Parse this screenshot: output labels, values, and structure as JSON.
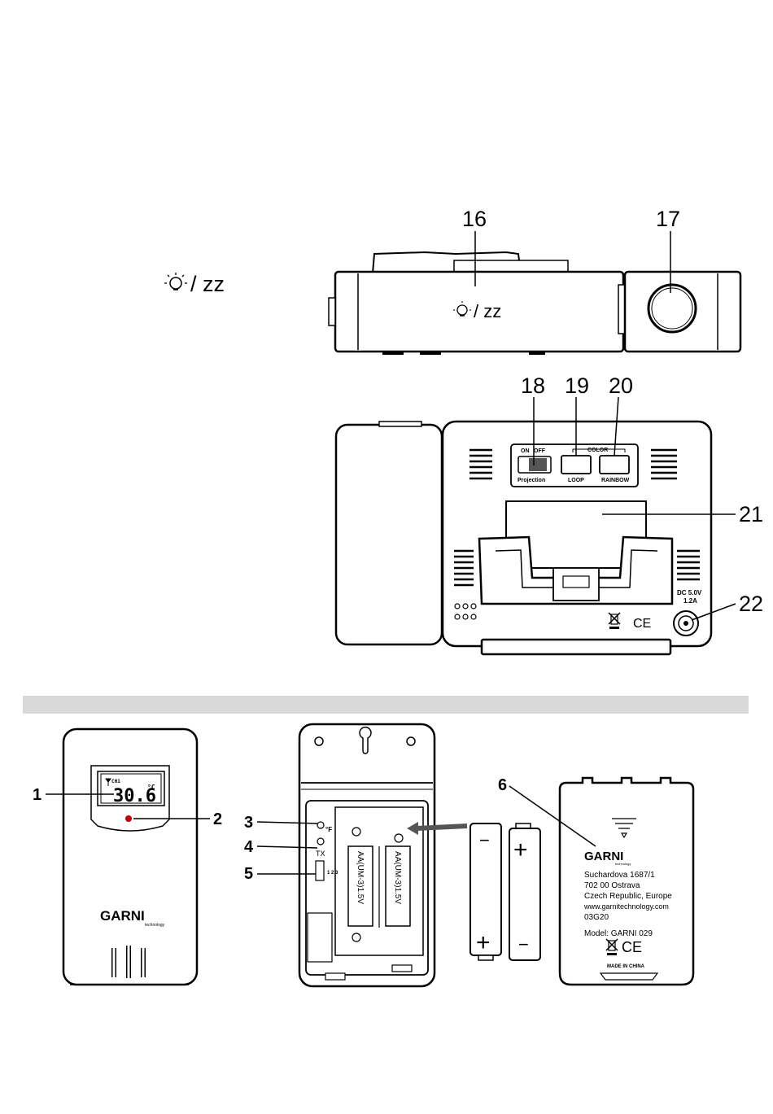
{
  "top_icon_text": "/ zz",
  "upper_section": {
    "callouts": {
      "c16": "16",
      "c17": "17",
      "c18": "18",
      "c19": "19",
      "c20": "20",
      "c21": "21",
      "c22": "22"
    },
    "side_view_label": "/ zz",
    "rear_panel": {
      "switch_on": "ON",
      "switch_off": "OFF",
      "switch_caption": "Projection",
      "color_group": "COLOR",
      "loop_label": "LOOP",
      "rainbow_label": "RAINBOW",
      "dc_line1": "DC 5.0V",
      "dc_line2": "1.2A"
    }
  },
  "lower_section": {
    "callouts": {
      "c1": "1",
      "c2": "2",
      "c3": "3",
      "c4": "4",
      "c5": "5",
      "c6": "6"
    },
    "sensor_front": {
      "lcd_channel": "CH1",
      "lcd_value": "30.6",
      "lcd_unit": "°C",
      "brand": "GARNI",
      "brand_sub": "technology"
    },
    "battery_bay": {
      "unit_f": "°F",
      "tx": "TX",
      "channel_sw": "1 2 3",
      "battery_left": "AA(UM-3)1.5V",
      "battery_right": "AA(UM-3)1.5V",
      "minus": "−",
      "plus": "+"
    },
    "loose_batteries": {
      "b1_top": "−",
      "b1_bottom": "+",
      "b2_top": "+",
      "b2_bottom": "−"
    },
    "cover_back": {
      "brand": "GARNI",
      "brand_sub": "technology",
      "address": [
        "Suchardova 1687/1",
        "702 00 Ostrava",
        "Czech Republic, Europe",
        "www.garnitechnology.com",
        "03G20"
      ],
      "model": "Model: GARNI 029",
      "ce": "CE",
      "made_in": "MADE IN CHINA"
    }
  }
}
